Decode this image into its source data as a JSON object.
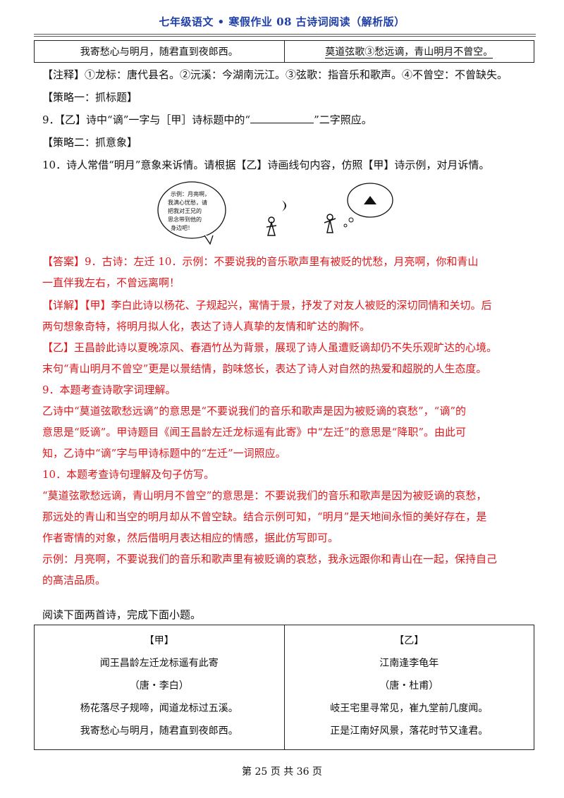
{
  "header": {
    "title": "七年级语文 • 寒假作业 08  古诗词阅读（解析版）"
  },
  "top_table": {
    "left": "我寄愁心与明月，随君直到夜郎西。",
    "right": "莫道弦歌③愁远谪，青山明月不曾空。"
  },
  "annotation": "【注释】①龙标：唐代县名。②沅溪：今湖南沅江。③弦歌：指音乐和歌声。④不曾空：不曾缺失。",
  "strategy1": "【策略一：抓标题】",
  "q9": {
    "prefix": "9．【乙】诗中“谪”一字与［甲］诗标题中的“",
    "suffix": "”二字照应。"
  },
  "strategy2": "【策略二：抓意象】",
  "q10": "10．诗人常借“明月”意象来诉情。请根据【乙】诗画线句内容，仿照【甲】诗示例，对月诉情。",
  "illustration": {
    "bubble_text": [
      "示例：月亮啊，",
      "我满心忧愁，请",
      "把我对王兄的",
      "思念带到他的",
      "身边吧！"
    ]
  },
  "answer": {
    "line1": "【答案】9．古诗：左迁        10．示例：不要说我的音乐歌声里有被贬的忧愁，月亮啊，你和青山",
    "line2": "一直伴我左右，不曾远离啊！"
  },
  "detail": {
    "p1a": "【详解】【甲】李白此诗以杨花、子规起兴，寓情于景，抒发了对友人被贬的深切同情和关切。后",
    "p1b": "两句想象奇特，将明月拟人化，表达了诗人真挚的友情和旷达的胸怀。",
    "p2a": "【乙】王昌龄此诗以夏晚凉风、春酒竹丛为背景，展现了诗人虽遭贬谪却仍不失乐观旷达的心境。",
    "p2b": "末句“青山明月不曾空”更是以景结情，韵味悠长，表达了诗人对自然的热爱和超脱的人生态度。",
    "q9_head": "9．本题考查诗歌字词理解。",
    "q9a": "乙诗中“莫道弦歌愁远谪”的意思是“不要说我们的音乐和歌声是因为被贬谪的哀愁”，“谪”的",
    "q9b": "意思是“贬谪”。甲诗题目《闻王昌龄左迁龙标遥有此寄》中“左迁”的意思是“降职”。由此可",
    "q9c": "知，乙诗中“谪”字与甲诗标题中的“左迁”一词照应。",
    "q10_head": "10．本题考查诗句理解及句子仿写。",
    "q10a": "“莫道弦歌愁远谪，青山明月不曾空”的意思是：不要说我们的音乐和歌声是因为被贬谪的哀愁，",
    "q10b": "那远处的青山和当空的明月却从不曾空缺。结合示例可知，“明月”是天地间永恒的美好存在，是",
    "q10c": "作者寄情的对象，然后借明月表达相应的情感，据此仿写即可。",
    "q10d": "示例：月亮啊，不要说我们的音乐和歌声里有被贬谪的哀愁，我永远跟你和青山在一起，保持自己",
    "q10e": "的高洁品质。"
  },
  "reading_intro": "阅读下面两首诗，完成下面小题。",
  "poems": {
    "jia": {
      "label": "【甲】",
      "title": "闻王昌龄左迁龙标遥有此寄",
      "author": "（唐・李白）",
      "line1": "杨花落尽子规啼，闻道龙标过五溪。",
      "line2": "我寄愁心与明月，随君直到夜郎西。"
    },
    "yi": {
      "label": "【乙】",
      "title": "江南逢李龟年",
      "author": "（唐・杜甫）",
      "line1": "岐王宅里寻常见，崔九堂前几度闻。",
      "line2": "正是江南好风景，落花时节又逢君。"
    }
  },
  "footer": "第 25 页 共 36 页"
}
